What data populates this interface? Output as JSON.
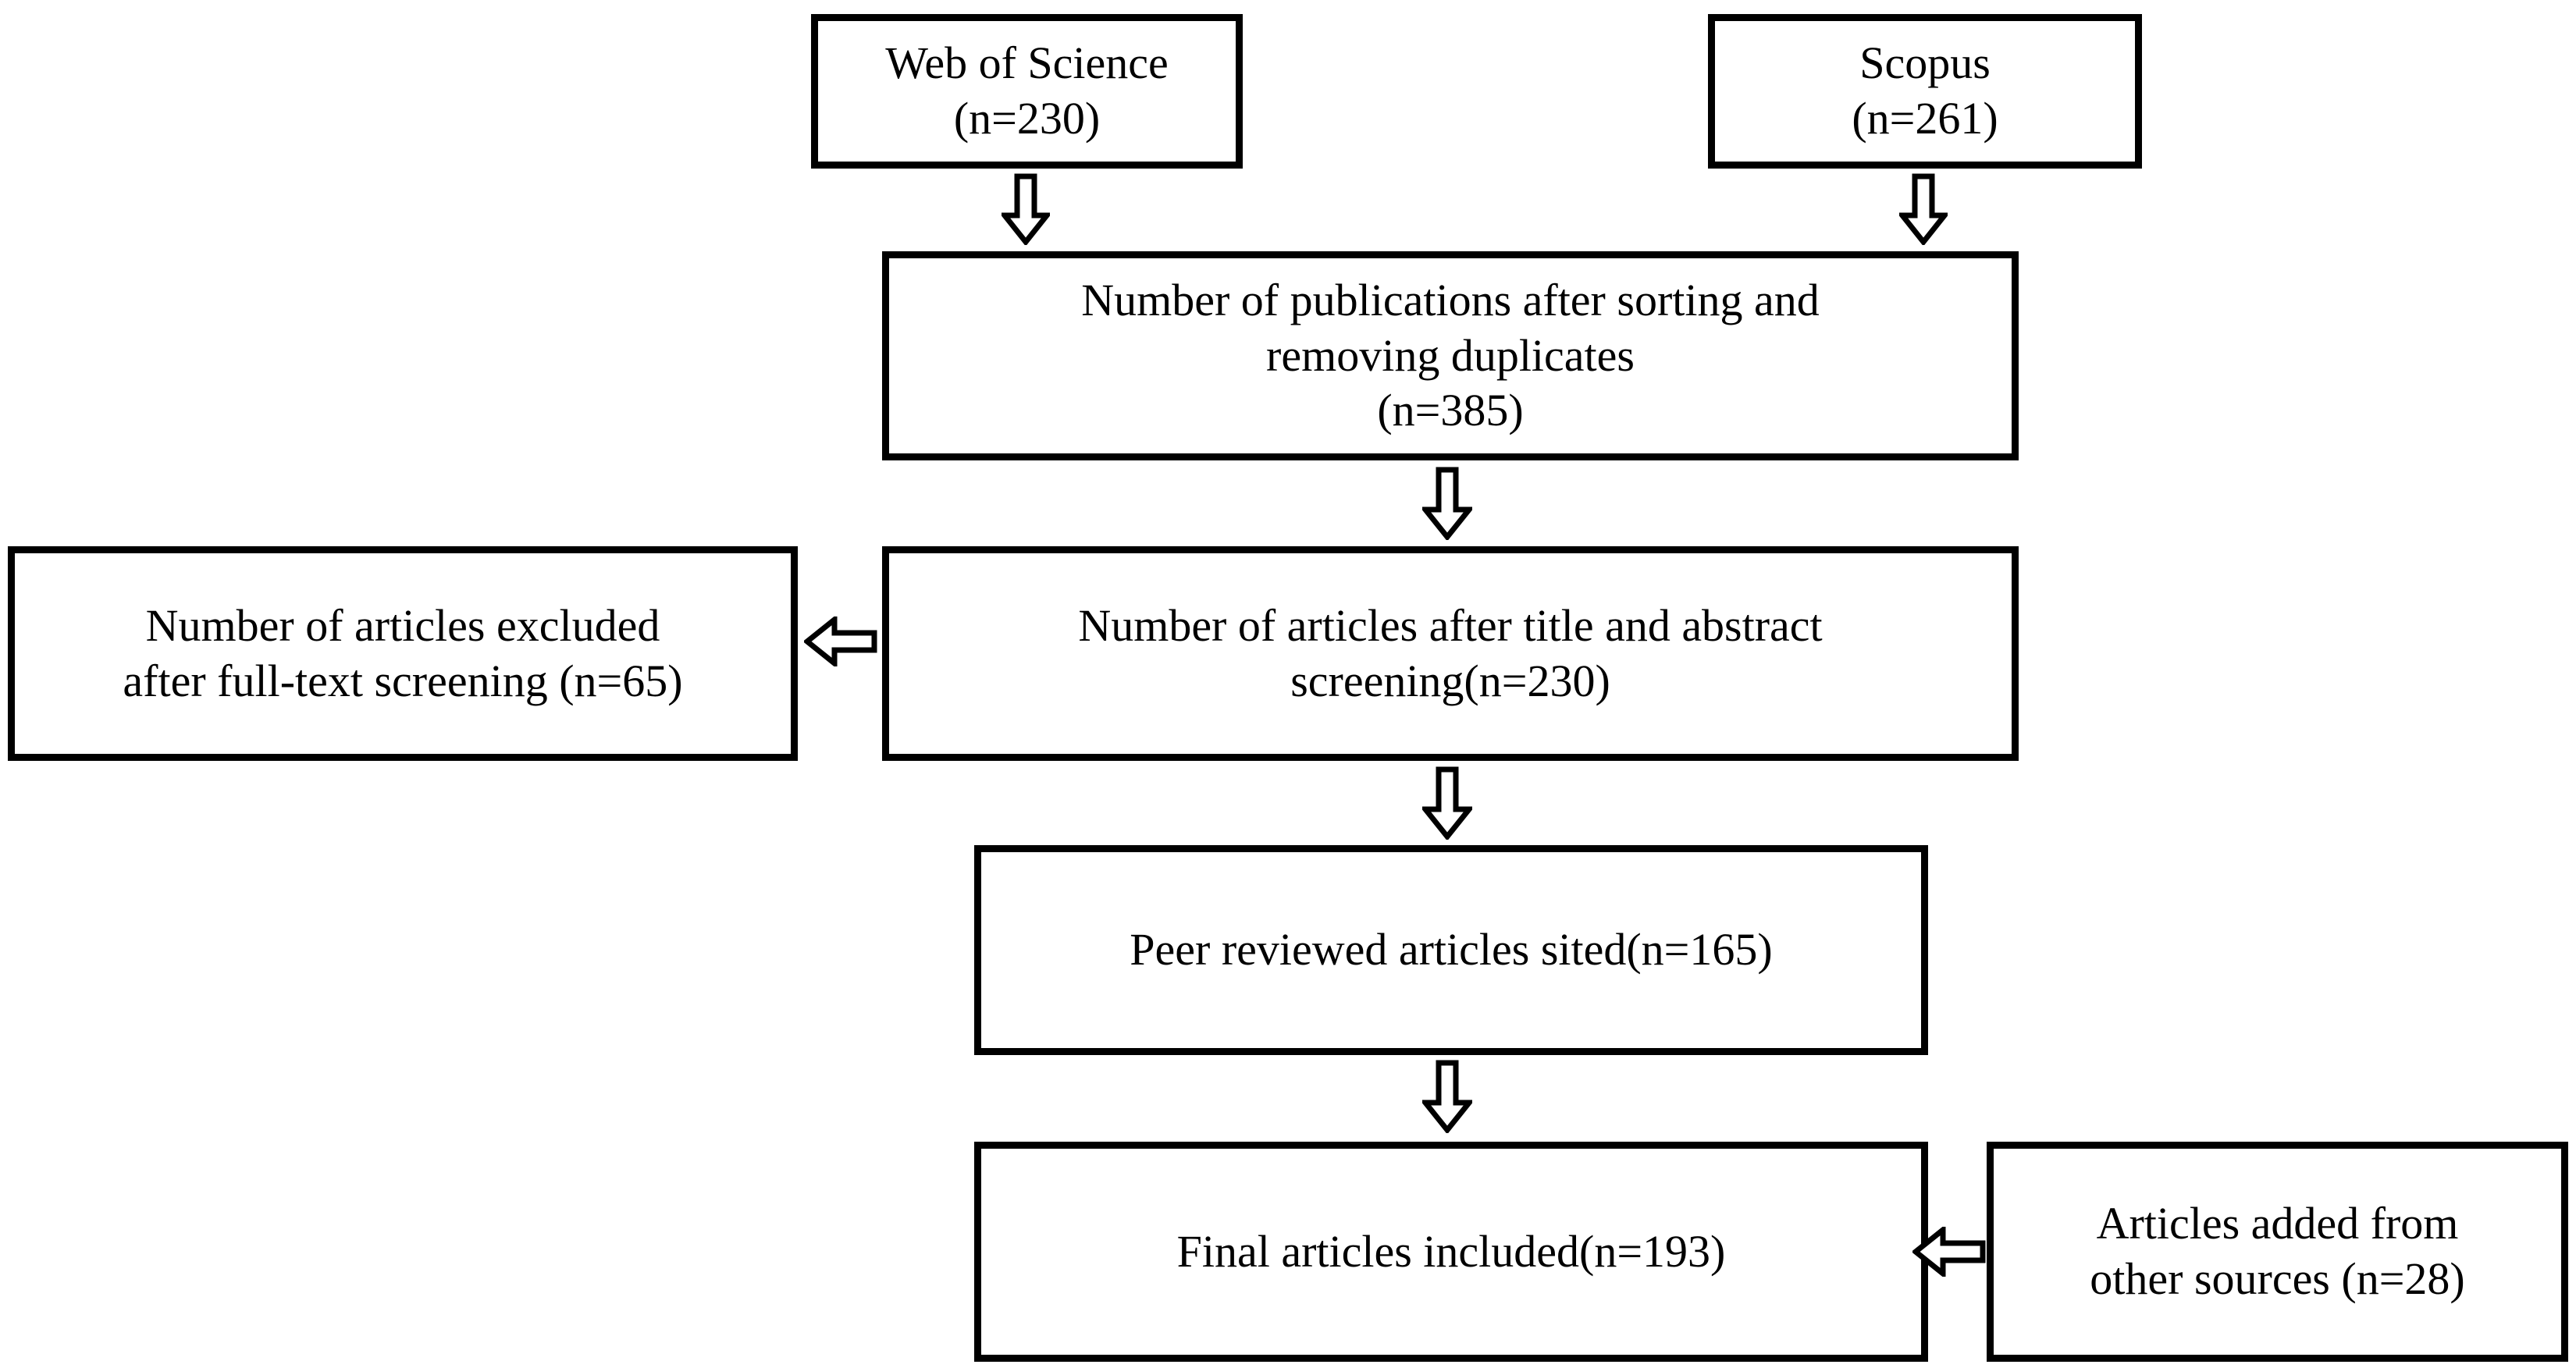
{
  "diagram": {
    "type": "prisma-flow-diagram",
    "title": "PRISMA literature selection flow",
    "background_color": "#ffffff",
    "line_color": "#000000",
    "text_color": "#000000"
  },
  "nodes": {
    "web_of_science": {
      "label": "Web of Science\n(n=230)",
      "source": "Web of Science",
      "count": 230
    },
    "scopus": {
      "label": "Scopus\n(n=261)",
      "source": "Scopus",
      "count": 261
    },
    "after_dedup": {
      "label": "Number of publications after sorting and\nremoving duplicates\n(n=385)",
      "count": 385
    },
    "excluded_fulltext": {
      "label": "Number of articles excluded\nafter full-text screening (n=65)",
      "count": 65
    },
    "after_title_abstract": {
      "label": "Number of articles after title and abstract\nscreening(n=230)",
      "count": 230
    },
    "peer_reviewed": {
      "label": "Peer reviewed articles sited(n=165)",
      "count": 165
    },
    "final_included": {
      "label": "Final articles included(n=193)",
      "count": 193
    },
    "added_other_sources": {
      "label": "Articles added from\nother sources (n=28)",
      "count": 28
    }
  },
  "edges": [
    {
      "id": "wos-to-dedup",
      "from": "web_of_science",
      "to": "after_dedup",
      "direction": "down"
    },
    {
      "id": "scopus-to-dedup",
      "from": "scopus",
      "to": "after_dedup",
      "direction": "down"
    },
    {
      "id": "dedup-to-screen",
      "from": "after_dedup",
      "to": "after_title_abstract",
      "direction": "down"
    },
    {
      "id": "screen-to-excl",
      "from": "after_title_abstract",
      "to": "excluded_fulltext",
      "direction": "left"
    },
    {
      "id": "screen-to-peer",
      "from": "after_title_abstract",
      "to": "peer_reviewed",
      "direction": "down"
    },
    {
      "id": "peer-to-final",
      "from": "peer_reviewed",
      "to": "final_included",
      "direction": "down"
    },
    {
      "id": "added-to-final",
      "from": "added_other_sources",
      "to": "final_included",
      "direction": "left"
    }
  ]
}
